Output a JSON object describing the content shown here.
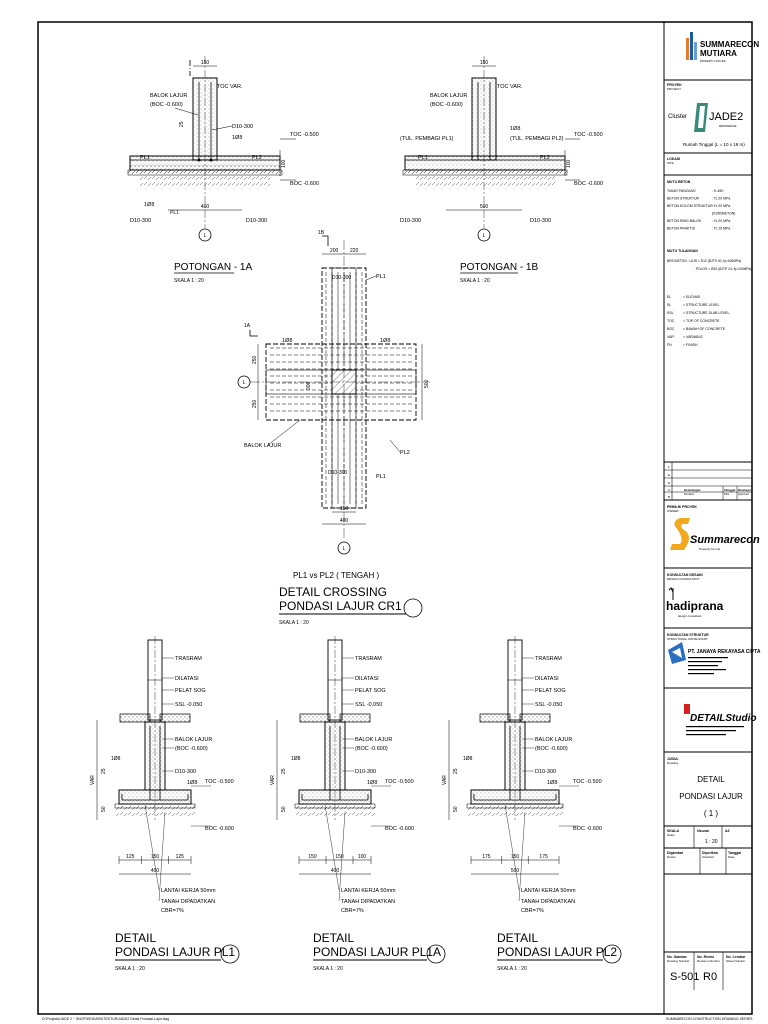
{
  "sheet": {
    "footer_left": "D:\\Projects\\JADE 2 ~ SNOP\\DED\\ARSITEKTUR\\JADE2 Detail-Pondasi-Lajur.dwg",
    "footer_right": "SUMMARECON CONSTRUCTION DRAWING SERIES"
  },
  "titleblock": {
    "logo_name": "SUMMARECON",
    "logo_sub": "MUTIARA",
    "logo_tag": "PROPERTY FOR LIFE",
    "proyek_label": "PROYEK",
    "proyek_sub": "PROJECT",
    "cluster_label": "Cluster",
    "cluster_name": "JADE2",
    "cluster_sub": "RESIDENCE",
    "cluster_desc": "Rumah Tinggal (L = 10 x 18 m)",
    "lokasi_label": "LOKASI",
    "lokasi_sub": "SITE",
    "mutu_beton_title": "MUTU BETON",
    "mutu_rows": [
      {
        "k": "TIANG PANCANG",
        "v": ": K-450"
      },
      {
        "k": "BETON STRUKTUR",
        "v": ": f'c 20 MPa"
      },
      {
        "k": "BETON KOLOM STRUKTUR",
        "v": ": f'c 20 MPa"
      },
      {
        "k": "",
        "v": "(K250/BETON)"
      },
      {
        "k": "BETON RING BALOK",
        "v": ": f'c 20 MPa"
      },
      {
        "k": "BETON PRAKTIS",
        "v": ": f'c 15 MPa"
      }
    ],
    "mutu_tulangan_title": "MUTU TULANGAN",
    "mutu_tulangan_rows": [
      "BESI BETON : ULIR > D12 (BJTS 40, fy=400MPa)",
      ": POLOS < Ø10 (BJTP 24, fy=240MPa)"
    ],
    "abbrev": [
      {
        "k": "EL",
        "v": "= ELEVASI"
      },
      {
        "k": "SL",
        "v": "= STRUCTURE LEVEL"
      },
      {
        "k": "SSL",
        "v": "= STRUCTURE SLAB LEVEL"
      },
      {
        "k": "TOC",
        "v": "= TOP OF CONCRETE"
      },
      {
        "k": "BOC",
        "v": "= BAWAH OF CONCRETE"
      },
      {
        "k": "VAR",
        "v": "= VARIABLE"
      },
      {
        "k": "FN",
        "v": "= FINISH"
      }
    ],
    "keterangan_label": "Keterangan",
    "keterangan_sub": "Remarks",
    "tanggal_label": "Tanggal",
    "tanggal_sub": "Date",
    "disetujui_label": "Disetujui",
    "disetujui_sub": "Approved",
    "pemilik_label": "PEMILIK PROYEK",
    "pemilik_sub": "OWNER",
    "owner_name": "Summarecon",
    "owner_tag": "Property for Life",
    "konsultan_label": "KONSULTAN DESAIN",
    "konsultan_sub": "DESIGN CONSULTANT",
    "hadiprana": "hadiprana",
    "hadiprana_sub": "design consultant",
    "struktur_label": "KONSULTAN STRUKTUR",
    "struktur_sub": "STRUCTURAL CONSULTANT",
    "struktur_firm": "PT. JANAYA REKAYASA CIPTA",
    "detail_studio": "DETAILStudio",
    "judul_label": "JUDUL",
    "judul_sub": "Drawing",
    "judul_l1": "DETAIL",
    "judul_l2": "PONDASI LAJUR",
    "judul_l3": "( 1 )",
    "skala_label": "SKALA",
    "skala_sub": "Scale",
    "skala_val": "1 : 20",
    "digambar_label": "Digambar",
    "digambar_sub": "Drawn",
    "diperiksa_label": "Diperiksa",
    "diperiksa_sub": "Checked",
    "tanggal2_label": "Tanggal",
    "tanggal2_sub": "Date",
    "ukuran_label": "Ukuran",
    "ukuran_val": "A3",
    "no_gambar_label": "No. Gambar",
    "no_gambar_sub": "Drawing Number",
    "no_revisi_label": "No. Revisi",
    "no_revisi_sub": "Revision Number",
    "no_lembar_label": "No. Lembar",
    "no_lembar_sub": "Sheet Number",
    "drawing_no": "S-501",
    "revision": "R0"
  },
  "pot1a": {
    "title": "POTONGAN - 1A",
    "scale": "SKALA 1 : 20",
    "dim_top": "150",
    "balok": "BALOK LAJUR",
    "boc": "(BOC -0.600)",
    "toc_var": "TOC VAR.",
    "d25": "25",
    "d10": "D10-300",
    "d1d8": "1Ø8",
    "toc": "TOC -0.500",
    "boc2": "BOC -0.600",
    "pl1": "PL1",
    "pl2": "PL2",
    "dim_100": "100",
    "dim_400": "400",
    "d10b": "D10-300",
    "d10c": "D10-300",
    "d1d8b": "1Ø8",
    "axis": "Ⓛ"
  },
  "pot1b": {
    "title": "POTONGAN - 1B",
    "scale": "SKALA 1 : 20",
    "dim_top": "150",
    "balok": "BALOK LAJUR",
    "boc": "(BOC -0.600)",
    "toc_var": "TOC VAR.",
    "tul_l": "(TUL. PEMBAGI PL1)",
    "tul_r": "(TUL. PEMBAGI PL2)",
    "d1d8": "1Ø8",
    "toc": "TOC -0.500",
    "boc2": "BOC -0.600",
    "pl1": "PL1",
    "pl2": "PL2",
    "dim_100": "100",
    "dim_500": "500",
    "d10b": "D10-300",
    "d10c": "D10-300"
  },
  "cross": {
    "label_1b": "1B",
    "label_1a": "1A",
    "d200": "200",
    "d220": "220",
    "d10": "D10-300",
    "pl1": "PL1",
    "pl1b": "PL1",
    "pl2": "PL2",
    "d1d8": "1Ø8",
    "d1d8b": "1Ø8",
    "d250": "250",
    "d250b": "250",
    "d500": "500",
    "d300": "300",
    "balok": "BALOK LAJUR",
    "d10b": "D10-300",
    "d150": "150",
    "d400": "400",
    "sub": "PL1 vs PL2 ( TENGAH )",
    "title1": "DETAIL CROSSING",
    "title2": "PONDASI LAJUR  CR1",
    "scale": "SKALA 1 : 20"
  },
  "details": [
    {
      "t1": "DETAIL",
      "t2": "PONDASI LAJUR  PL1",
      "scale": "SKALA 1 : 20",
      "w": "400",
      "sub": [
        "125",
        "150",
        "125"
      ]
    },
    {
      "t1": "DETAIL",
      "t2": "PONDASI LAJUR  PL1A",
      "scale": "SKALA 1 : 20",
      "w": "400",
      "sub": [
        "150",
        "150",
        "100"
      ]
    },
    {
      "t1": "DETAIL",
      "t2": "PONDASI LAJUR  PL2",
      "scale": "SKALA 1 : 20",
      "w": "500",
      "sub": [
        "175",
        "150",
        "175"
      ]
    }
  ],
  "detail_labels": {
    "trasram": "TRASRAM",
    "dilatasi": "DILATASI",
    "pelat": "PELAT SOG",
    "ssl": "SSL -0.050",
    "balok": "BALOK LAJUR",
    "boc": "(BOC -0.600)",
    "d10": "D10-300",
    "d1d8": "1Ø8",
    "toc": "TOC -0.500",
    "boc2": "BOC -0.600",
    "var": "VAR",
    "d25": "25",
    "d50": "50",
    "lantai": "LANTAI KERJA 50mm",
    "tanah": "TANAH DIPADATKAN",
    "cbr": "CBR=7%"
  }
}
